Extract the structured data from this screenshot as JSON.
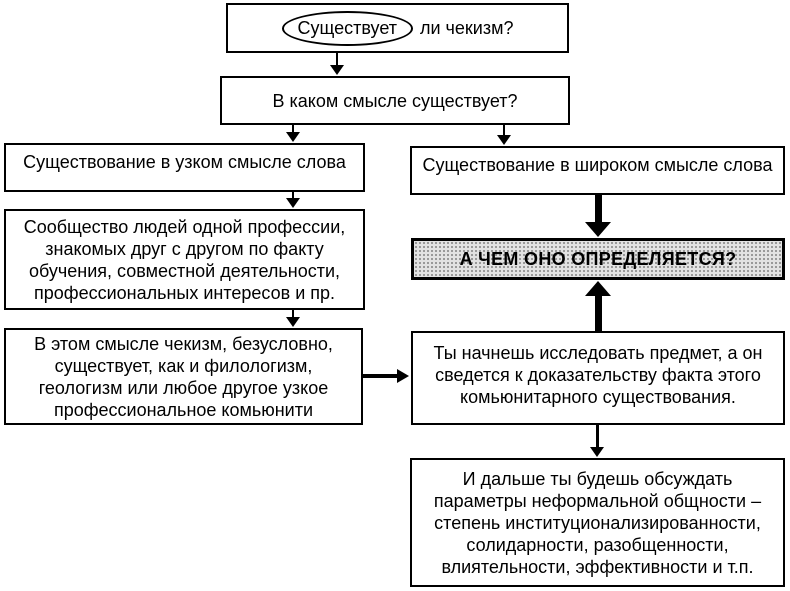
{
  "diagram": {
    "type": "flowchart",
    "language": "ru",
    "colors": {
      "ink": "#000000",
      "background": "#ffffff",
      "highlight_node_fill": "#e2e2e2"
    },
    "nodes": {
      "q1": {
        "highlighted": "Существует",
        "rest": "ли чекизм?"
      },
      "q2": "В каком смысле существует?",
      "narrow": "Существование в узком смысле слова",
      "wide": "Существование в широком смысле слова",
      "community": "Сообщество людей одной профессии, знакомых друг с другом по факту обучения, совместной деятельности, профессиональных интересов и пр.",
      "defined": "А ЧЕМ ОНО ОПРЕДЕЛЯЕТСЯ?",
      "sense": "В этом смысле чекизм, безусловно, существует, как и филологизм, геологизм или любое другое узкое профессиональное комьюнити",
      "research": "Ты начнешь исследовать предмет, а он сведется к доказательству факта этого комьюнитарного существования.",
      "params": "И дальше ты будешь обсуждать параметры неформальной общности – степень институционализированности, солидарности, разобщенности, влиятельности, эффективности и т.п."
    },
    "edges": [
      {
        "from": "q1",
        "to": "q2",
        "style": "thin"
      },
      {
        "from": "q2",
        "to": "narrow",
        "style": "thin"
      },
      {
        "from": "q2",
        "to": "wide",
        "style": "thin"
      },
      {
        "from": "narrow",
        "to": "community",
        "style": "thin"
      },
      {
        "from": "community",
        "to": "sense",
        "style": "thin"
      },
      {
        "from": "wide",
        "to": "defined",
        "style": "thick"
      },
      {
        "from": "research",
        "to": "defined",
        "style": "thick"
      },
      {
        "from": "sense",
        "to": "research",
        "style": "medium"
      },
      {
        "from": "research",
        "to": "params",
        "style": "thin"
      }
    ]
  }
}
